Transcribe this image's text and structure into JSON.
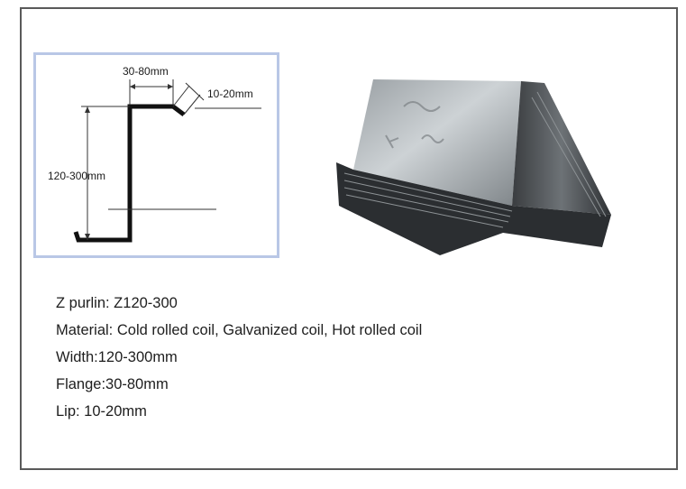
{
  "diagram": {
    "dimensions": {
      "flange": "30-80mm",
      "lip": "10-20mm",
      "width": "120-300mm"
    }
  },
  "specs": {
    "lines": [
      "Z purlin: Z120-300",
      "Material: Cold rolled coil, Galvanized coil, Hot rolled coil",
      "Width:120-300mm",
      "Flange:30-80mm",
      "Lip: 10-20mm"
    ]
  },
  "colors": {
    "frame_border": "#5a5a5a",
    "panel_border": "#b9c7e6",
    "profile_stroke": "#111111",
    "text": "#1e1e1e"
  }
}
